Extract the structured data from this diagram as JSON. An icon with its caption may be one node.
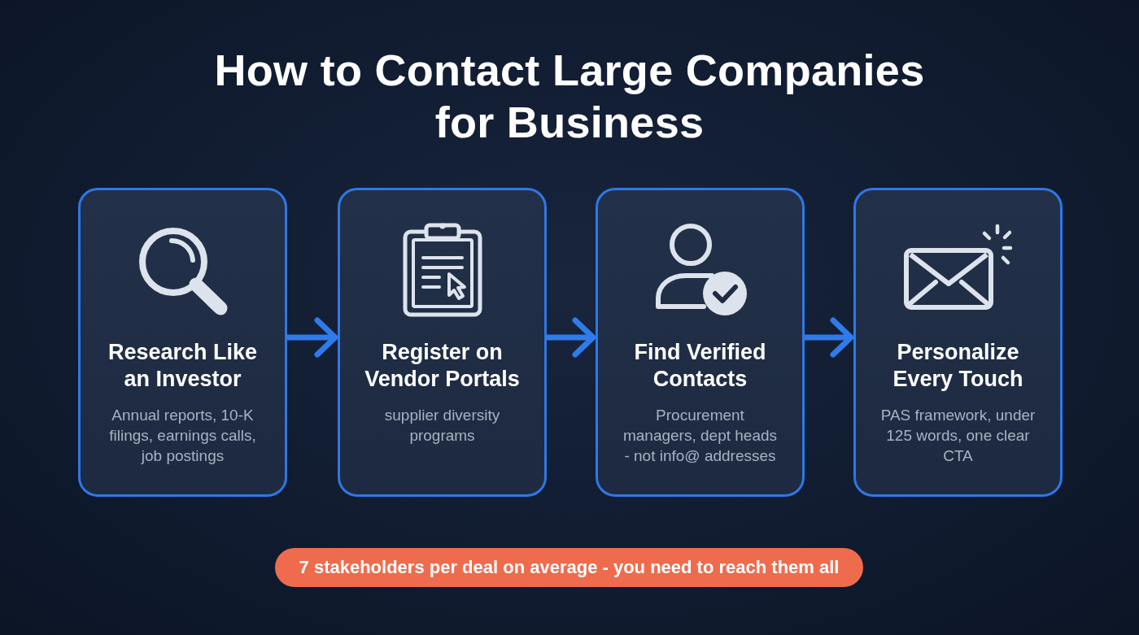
{
  "diagram": {
    "title": "How to Contact Large Companies for Business",
    "nodes": [
      {
        "text": [
          "Research Like an Investor",
          "Annual reports, 10-K filings, earnings calls, job postings"
        ]
      },
      {
        "text": [
          "Register on Vendor Portals",
          "supplier diversity programs"
        ]
      },
      {
        "text": [
          "Find Verified Contacts",
          "Procurement managers, dept heads - not info@ addresses"
        ]
      },
      {
        "text": [
          "Personalize Every Touch",
          "PAS framework, under 125 words, one clear CTA"
        ]
      },
      {
        "text": [
          "7 stakeholders per deal on average - you need to reach them all"
        ]
      }
    ],
    "edges": [
      {
        "from": 0,
        "to": 1,
        "arrow": "to"
      },
      {
        "from": 1,
        "to": 2,
        "arrow": "to"
      },
      {
        "from": 2,
        "to": 3,
        "arrow": "to"
      }
    ]
  }
}
